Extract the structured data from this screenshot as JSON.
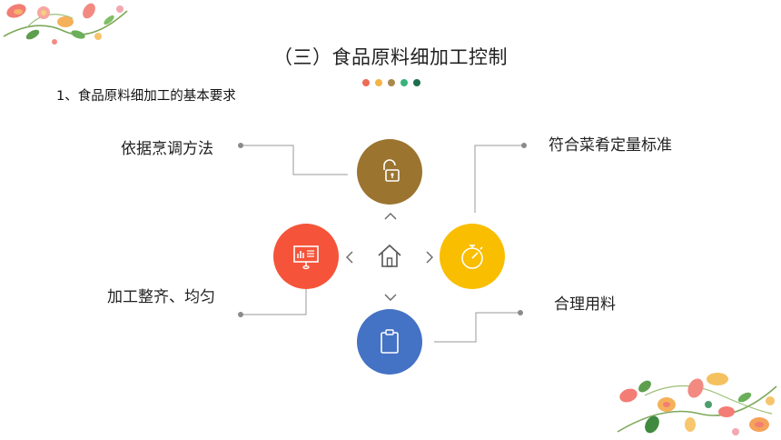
{
  "slide": {
    "title": "（三）食品原料细加工控制",
    "subtitle": "1、食品原料细加工的基本要求"
  },
  "requirements": [
    {
      "label": "依据烹调方法",
      "icon": "unlock-icon",
      "color": "#9B7430"
    },
    {
      "label": "符合菜肴定量标准",
      "icon": "stopwatch-icon",
      "color": "#F9BE00"
    },
    {
      "label": "加工整齐、均匀",
      "icon": "presentation-board-icon",
      "color": "#F5543A"
    },
    {
      "label": "合理用料",
      "icon": "clipboard-icon",
      "color": "#4472C4"
    }
  ],
  "center": {
    "icon": "home-icon"
  },
  "accent_dots": [
    "#EE6A55",
    "#F3B446",
    "#A98A4C",
    "#39B27C",
    "#1E6E4E"
  ],
  "decorations": [
    "floral-top-left",
    "floral-bottom-right"
  ]
}
